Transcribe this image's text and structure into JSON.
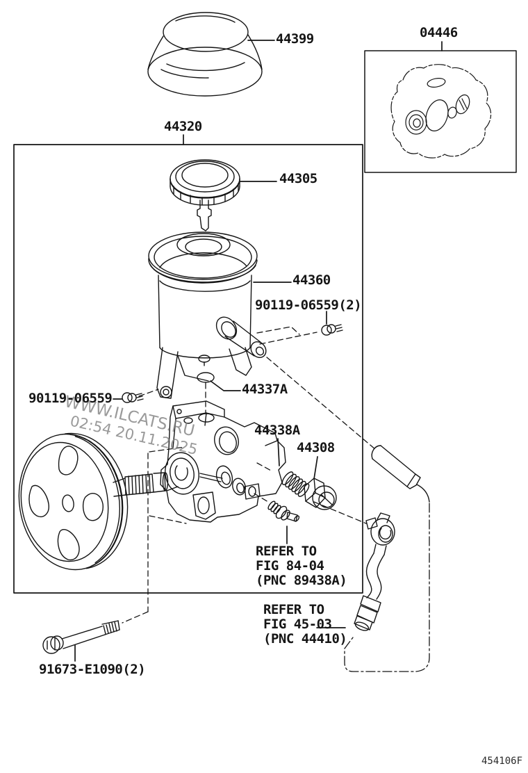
{
  "figure": {
    "code": "454106F"
  },
  "watermark": {
    "line1": "WWW.ILCATS.RU",
    "line2": "02:54 20.11.2025"
  },
  "parts": {
    "outer_cap": "44399",
    "gasket_kit": "04446",
    "pump_assy": "44320",
    "reservoir_cap": "44305",
    "reservoir": "44360",
    "bolt_a": "90119-06559(2)",
    "bolt_b": "90119-06559",
    "gasket": "44337A",
    "oring": "44338A",
    "union": "44308",
    "bolt_c": "91673-E1090(2)"
  },
  "references": {
    "r1": {
      "l1": "REFER TO",
      "l2": "FIG 84-04",
      "l3": "(PNC 89438A)"
    },
    "r2": {
      "l1": "REFER TO",
      "l2": "FIG 45-03",
      "l3": "(PNC 44410)"
    }
  }
}
